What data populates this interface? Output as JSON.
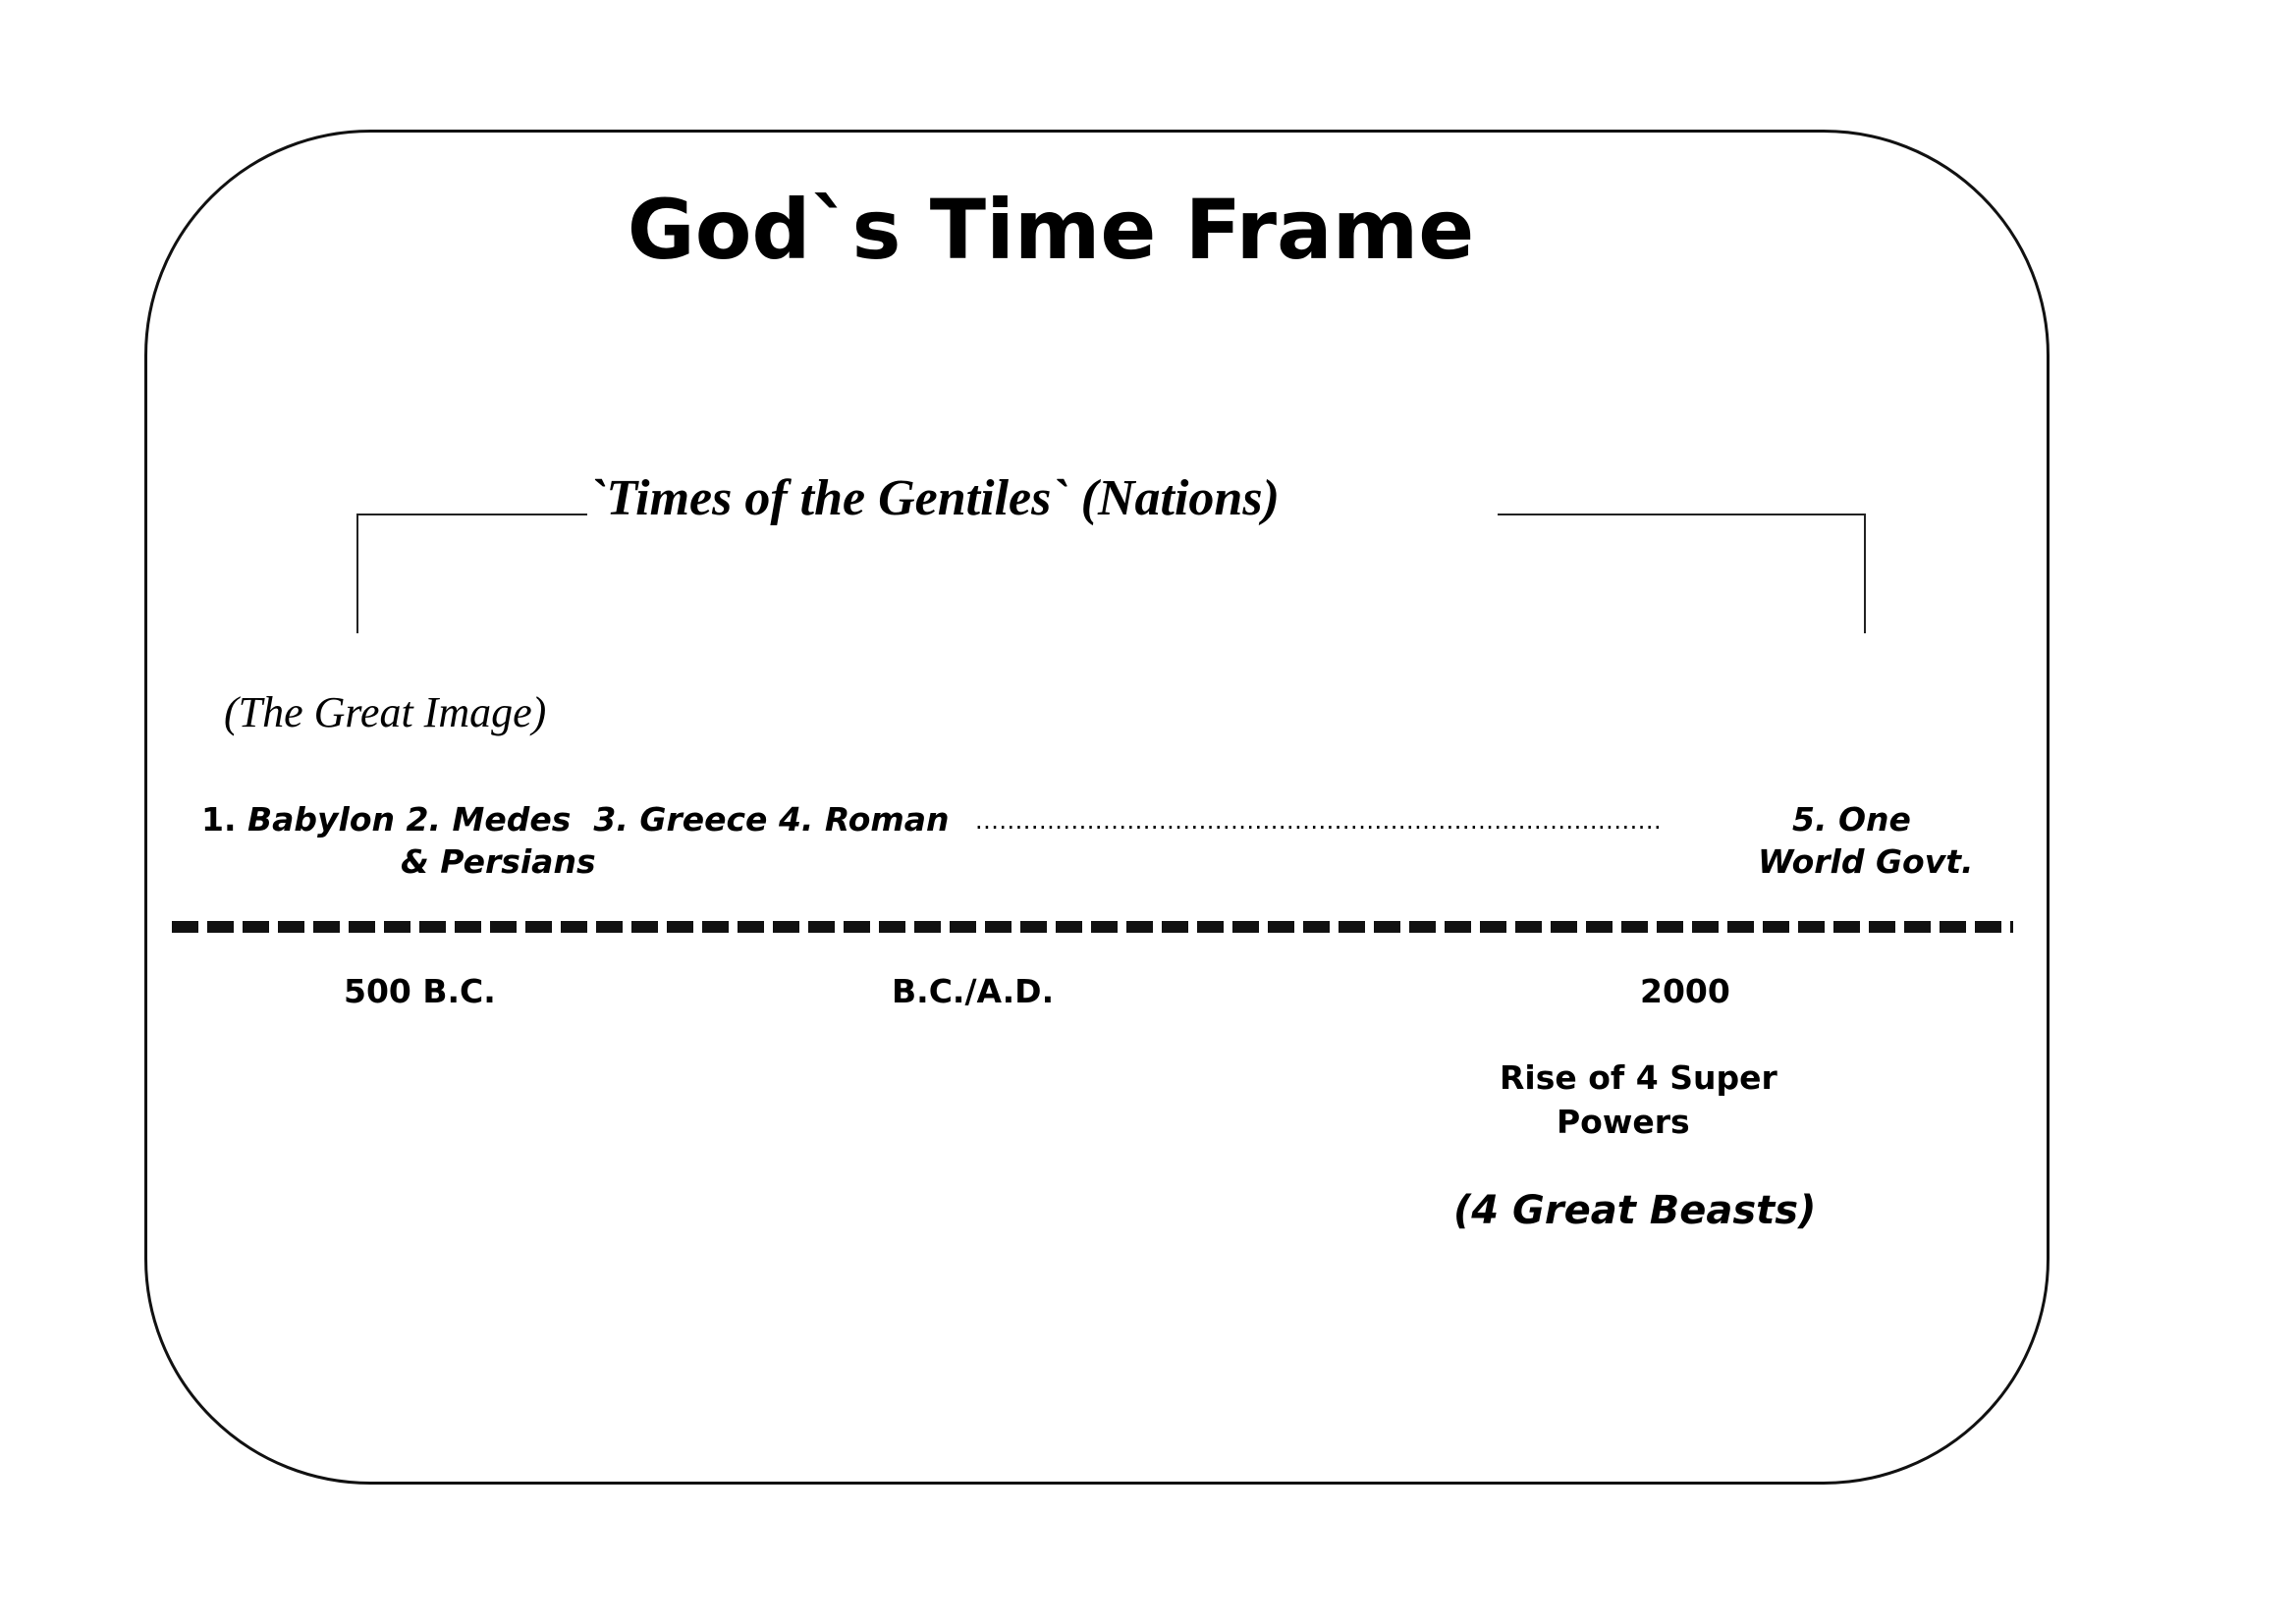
{
  "title": "God`s Time Frame",
  "era_heading": "`Times of the Gentiles`  (Nations)",
  "subtitle": "(The Great Image)",
  "kingdoms": {
    "k1_num": "1.",
    "k1": "Babylon",
    "k2": "2. Medes",
    "k2_cont": "&  Persians",
    "k3": "3. Greece",
    "k4": "4. Roman",
    "dots": "......................................................................................",
    "k5": "5. One",
    "k5_cont": "World Govt."
  },
  "timeline": {
    "start": "500 B.C.",
    "middle": "B.C./A.D.",
    "end": "2000"
  },
  "notes": {
    "line1": "Rise of 4 Super",
    "line2": "Powers",
    "beasts": "(4 Great Beasts)"
  }
}
